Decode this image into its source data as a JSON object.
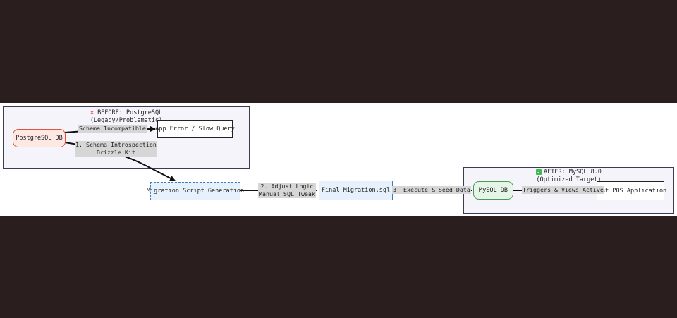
{
  "before": {
    "title_line1": "BEFORE: PostgreSQL",
    "title_line2": "(Legacy/Problematic)",
    "title_icon": "cross-mark-icon",
    "postgres_node": "PostgreSQL DB",
    "error_node": "App Error / Slow Query",
    "edge_incompatible": "Schema Incompatible",
    "edge_introspection_line1": "1. Schema Introspection",
    "edge_introspection_line2": "Drizzle Kit"
  },
  "middle": {
    "script_node": "Migration Script Generation",
    "edge_adjust_line1": "2. Adjust Logic",
    "edge_adjust_line2": "Manual SQL Tweak",
    "final_node": "Final Migration.sql",
    "edge_execute": "3. Execute & Seed Data"
  },
  "after": {
    "title_line1": "AFTER: MySQL 8.0",
    "title_line2": "(Optimized Target)",
    "title_icon": "check-mark-icon",
    "mysql_node": "MySQL DB",
    "edge_triggers": "Triggers & Views Active",
    "app_node": "Fast POS Application"
  },
  "colors": {
    "background": "#2a1f1e",
    "postgres_fill": "#fde8e4",
    "postgres_border": "#e2533b",
    "script_fill": "#e6f1fb",
    "script_border": "#3a7fc4",
    "final_fill": "#e6f1fb",
    "final_border": "#3a7fc4",
    "mysql_fill": "#e5f6e7",
    "mysql_border": "#4a9b59"
  }
}
